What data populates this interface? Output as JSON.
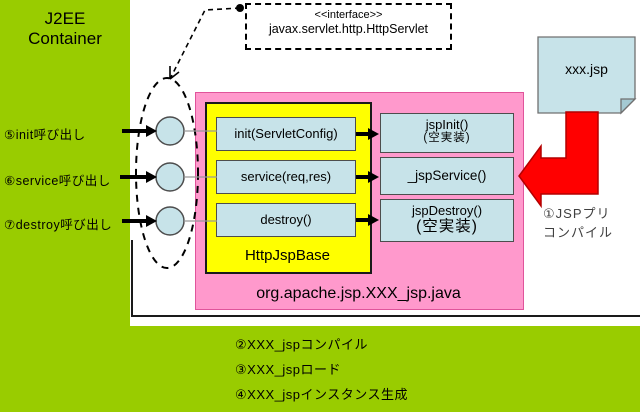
{
  "container": {
    "title_line1": "J2EE",
    "title_line2": "Container",
    "calls": [
      "⑤init呼び出し",
      "⑥service呼び出し",
      "⑦destroy呼び出し"
    ]
  },
  "interface_box": {
    "stereotype": "<<interface>>",
    "name": "javax.servlet.http.HttpServlet"
  },
  "jsp_file_note": {
    "label": "xxx.jsp"
  },
  "precompile_note": {
    "line1": "①JSPプリ",
    "line2": "コンパイル"
  },
  "servlet_base_class": {
    "name": "HttpJspBase",
    "methods": [
      "init(ServletConfig)",
      "service(req,res)",
      "destroy()"
    ]
  },
  "generated_jsp_class": {
    "name": "org.apache.jsp.XXX_jsp.java",
    "methods": [
      {
        "name": "jspInit()",
        "note": "(空実装)"
      },
      {
        "name": "_jspService()",
        "note": ""
      },
      {
        "name": "jspDestroy()",
        "note": "(空実装)"
      }
    ]
  },
  "bottom_steps": [
    "②XXX_jspコンパイル",
    "③XXX_jspロード",
    "④XXX_jspインスタンス生成"
  ],
  "colors": {
    "green": "#99CC00",
    "pink": "#FF99CC",
    "yellow": "#FFFF00",
    "light_blue": "#C7E3E9",
    "red": "#FF0000"
  }
}
